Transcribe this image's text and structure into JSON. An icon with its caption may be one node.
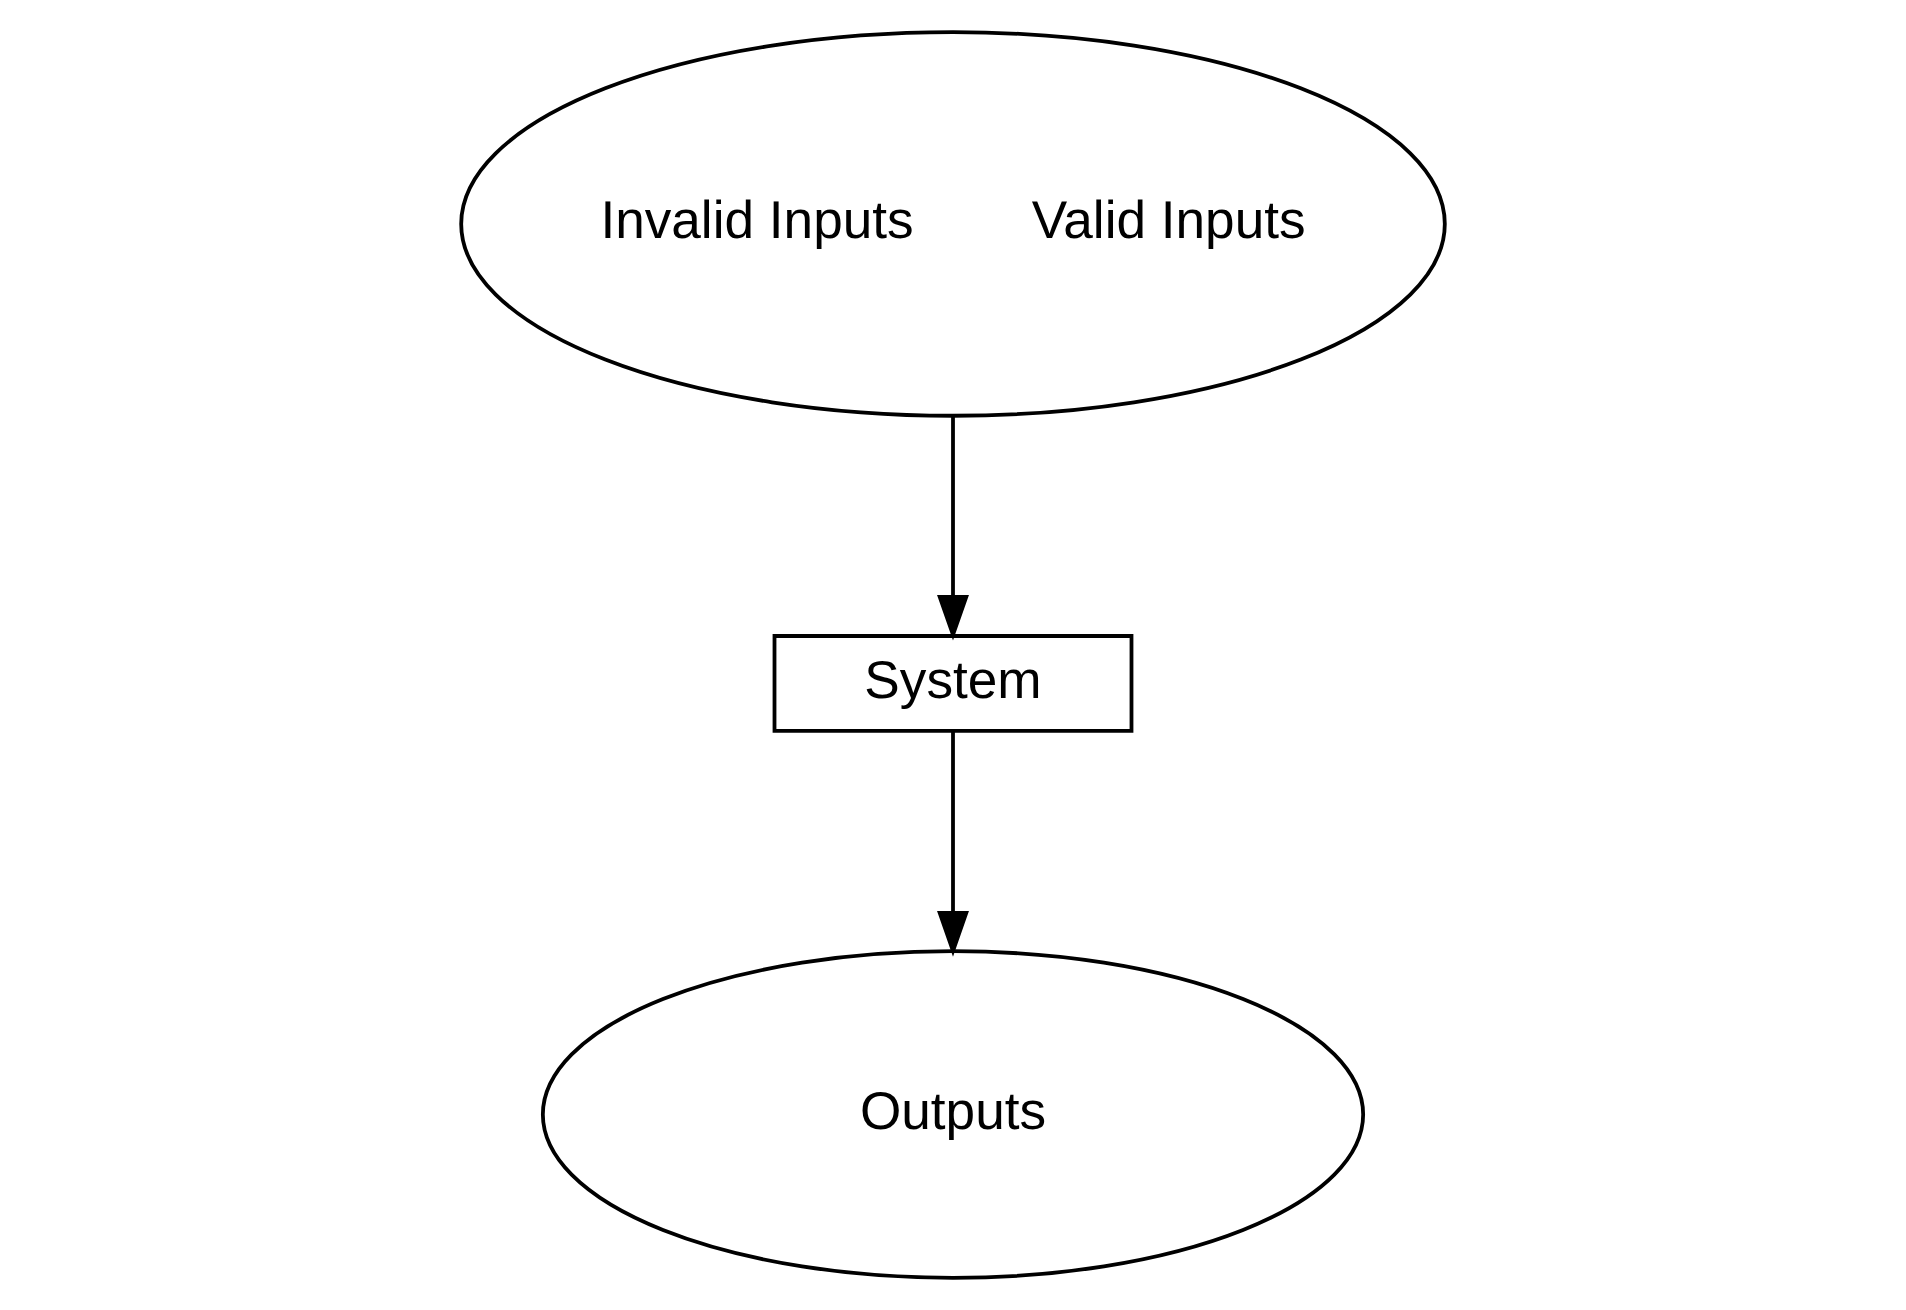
{
  "diagram": {
    "nodes": [
      {
        "text": [
          "Invalid Inputs",
          "Valid Inputs"
        ]
      },
      {
        "text": [
          "System"
        ]
      },
      {
        "text": [
          "Outputs"
        ]
      }
    ],
    "edges": [
      {
        "from": 0,
        "to": 1,
        "arrow": "to"
      },
      {
        "from": 1,
        "to": 2,
        "arrow": "to"
      }
    ]
  }
}
